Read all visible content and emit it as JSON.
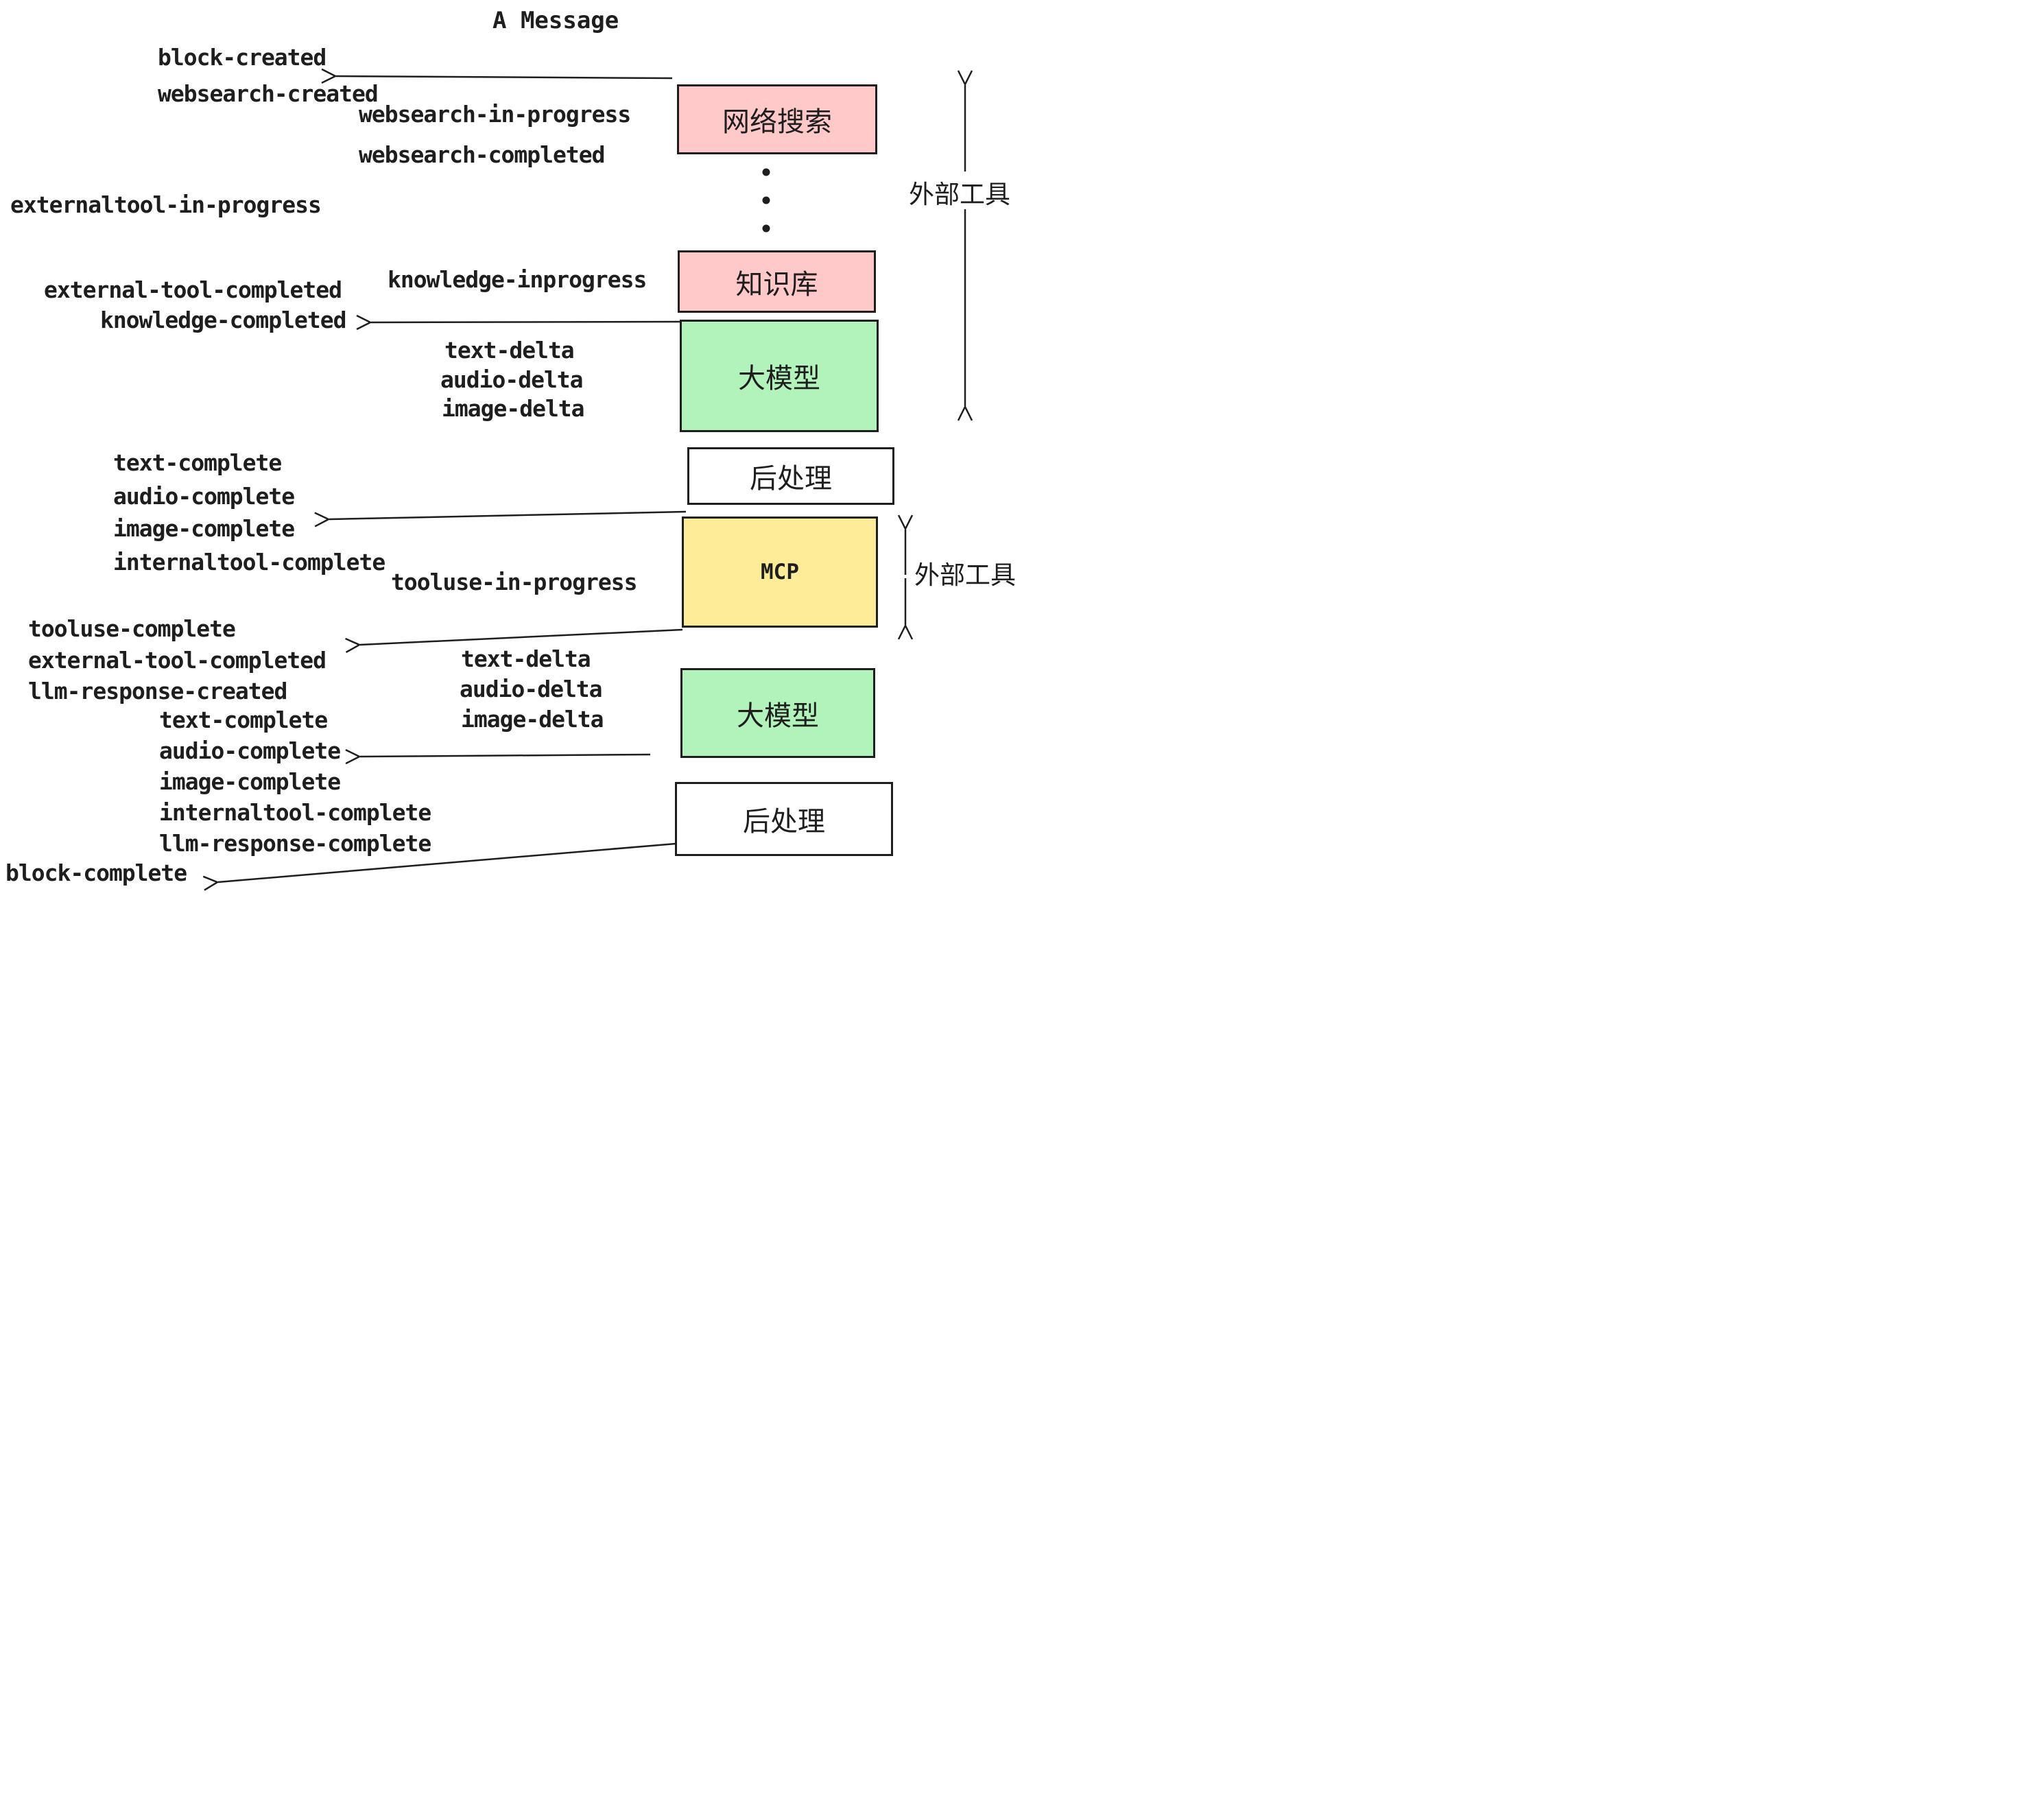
{
  "title": "A Message",
  "events": {
    "block_created": "block-created",
    "websearch_created": "websearch-created",
    "websearch_in_progress": "websearch-in-progress",
    "websearch_completed": "websearch-completed",
    "externaltool_in_progress": "externaltool-in-progress",
    "external_tool_completed": "external-tool-completed",
    "knowledge_inprogress": "knowledge-inprogress",
    "knowledge_completed": "knowledge-completed",
    "text_delta": "text-delta",
    "audio_delta": "audio-delta",
    "image_delta": "image-delta",
    "text_complete": "text-complete",
    "audio_complete": "audio-complete",
    "image_complete": "image-complete",
    "internaltool_complete": "internaltool-complete",
    "tooluse_in_progress": "tooluse-in-progress",
    "tooluse_complete": "tooluse-complete",
    "llm_response_created": "llm-response-created",
    "llm_response_complete": "llm-response-complete",
    "block_complete": "block-complete"
  },
  "boxes": {
    "websearch": "网络搜索",
    "knowledge": "知识库",
    "llm": "大模型",
    "postprocess": "后处理",
    "mcp": "MCP"
  },
  "annotations": {
    "external_tools": "外部工具"
  },
  "colors": {
    "stroke": "#1e1e1e",
    "pink": "#ffc9c9",
    "green": "#b2f2bb",
    "yellow": "#ffec99"
  }
}
